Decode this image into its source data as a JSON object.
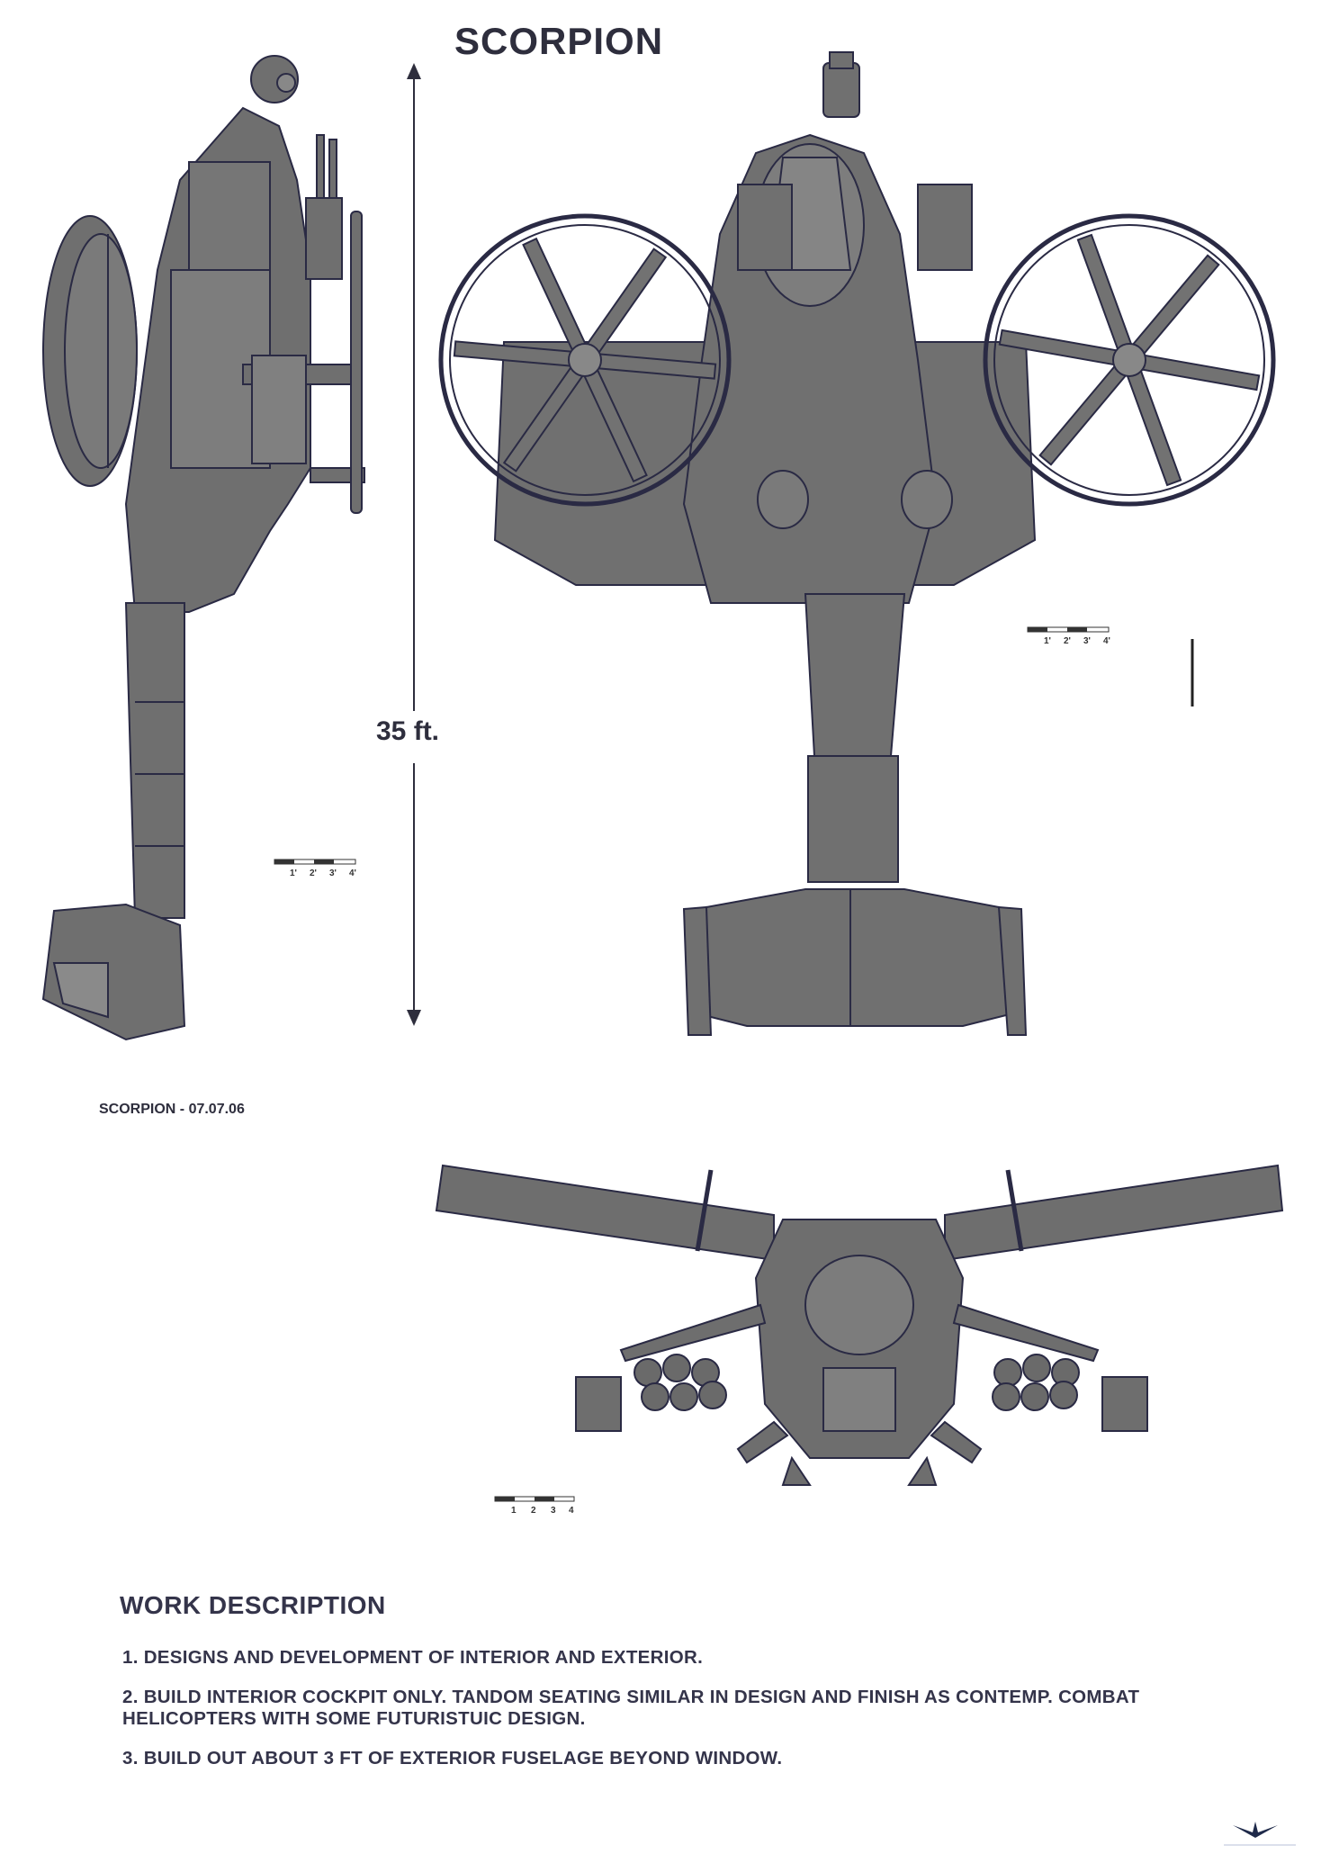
{
  "header": {
    "title": "SCORPION"
  },
  "dimension": {
    "height_label": "35 ft."
  },
  "caption": "SCORPION - 07.07.06",
  "scale_bars": {
    "side_view": [
      "1'",
      "2'",
      "3'",
      "4'"
    ],
    "top_view": [
      "1'",
      "2'",
      "3'",
      "4'"
    ],
    "front_view": [
      "1",
      "2",
      "3",
      "4"
    ]
  },
  "work_description": {
    "heading": "WORK DESCRIPTION",
    "items": [
      "1. DESIGNS AND DEVELOPMENT OF INTERIOR AND EXTERIOR.",
      "2. BUILD INTERIOR COCKPIT ONLY. TANDOM SEATING SIMILAR IN DESIGN AND FINISH AS CONTEMP. COMBAT HELICOPTERS WITH SOME FUTURISTUIC DESIGN.",
      "3. BUILD OUT ABOUT 3 FT OF EXTERIOR FUSELAGE BEYOND WINDOW."
    ]
  },
  "colors": {
    "ink": "#2e2e3d",
    "fill": "#6e6e6e",
    "paper": "#ffffff"
  }
}
